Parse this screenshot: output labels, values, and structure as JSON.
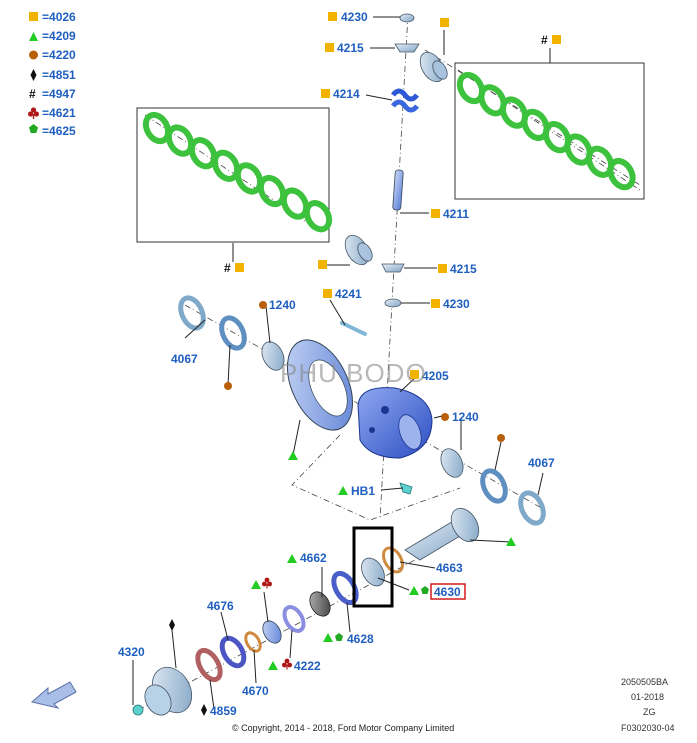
{
  "legend": [
    {
      "symbol": "square",
      "color": "#f2b300",
      "code": "4026"
    },
    {
      "symbol": "triangle",
      "color": "#22cc22",
      "code": "4209"
    },
    {
      "symbol": "circle",
      "color": "#b8600a",
      "code": "4220"
    },
    {
      "symbol": "diamond",
      "color": "#111111",
      "code": "4851"
    },
    {
      "symbol": "hash",
      "color": "#111111",
      "code": "4947"
    },
    {
      "symbol": "club",
      "color": "#b01818",
      "code": "4621"
    },
    {
      "symbol": "pentagon",
      "color": "#22aa22",
      "code": "4625"
    }
  ],
  "legend_eq": "=",
  "hash_symbol": "#",
  "callouts": {
    "p4230_top": "4230",
    "p4215_top": "4215",
    "p4214": "4214",
    "p4211": "4211",
    "p4215_bot": "4215",
    "p4230_bot": "4230",
    "p4241": "4241",
    "p4205": "4205",
    "p1240_left": "1240",
    "p4067_left": "4067",
    "p1240_right": "1240",
    "p4067_right": "4067",
    "hb1": "HB1",
    "p4662": "4662",
    "p4663": "4663",
    "p4630": "4630",
    "p4628": "4628",
    "p4676": "4676",
    "p4222": "4222",
    "p4670": "4670",
    "p4859": "4859",
    "p4320": "4320"
  },
  "watermark": "PHU BODO",
  "info": {
    "line1": "2050505BA",
    "line2": "01-2018",
    "line3": "ZG",
    "line4": "F0302030-04"
  },
  "copyright": "© Copyright, 2014 - 2018, Ford Motor Company Limited"
}
